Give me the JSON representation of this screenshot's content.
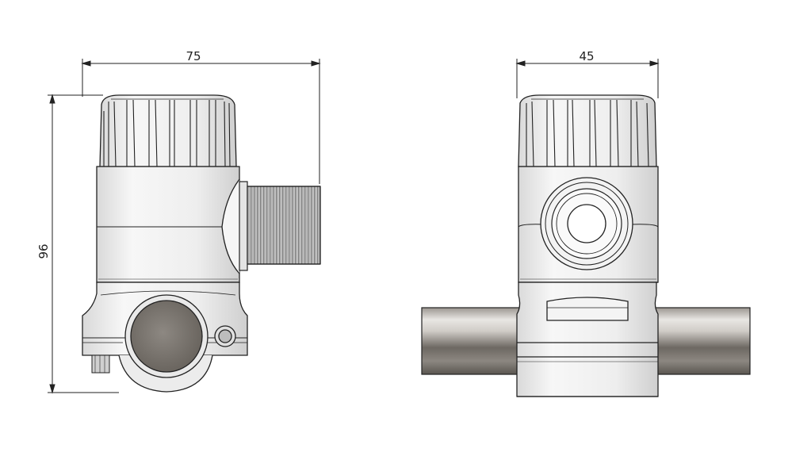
{
  "dimensions": {
    "side_width": "75",
    "side_height": "96",
    "front_width": "45"
  },
  "colors": {
    "line": "#222222",
    "body_light": "#f2f2f2",
    "body_shade": "#d6d6d6",
    "tube_dark": "#7a7570",
    "tube_light": "#e6e4e1",
    "thread": "#9a9a9a"
  }
}
